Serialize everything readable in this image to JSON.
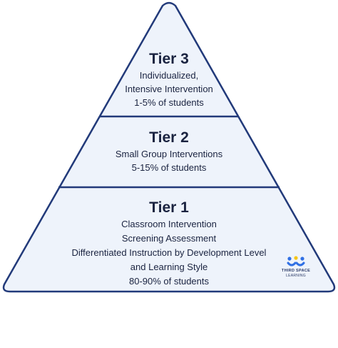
{
  "tiers": [
    {
      "title": "Tier 3",
      "lines": [
        "Individualized,",
        "Intensive Intervention",
        "1-5% of students"
      ]
    },
    {
      "title": "Tier 2",
      "lines": [
        "Small Group Interventions",
        "5-15% of students"
      ]
    },
    {
      "title": "Tier 1",
      "lines": [
        "Classroom Intervention",
        "Screening Assessment",
        "Differentiated Instruction by Development Level",
        "and Learning Style",
        "80-90% of students"
      ]
    }
  ],
  "logo": {
    "line1": "THIRD SPACE",
    "line2": "LEARNING"
  },
  "colors": {
    "fill": "#eef3fb",
    "stroke": "#223a7a",
    "logo_blue": "#2f6fe4",
    "logo_yellow": "#f5c518"
  }
}
